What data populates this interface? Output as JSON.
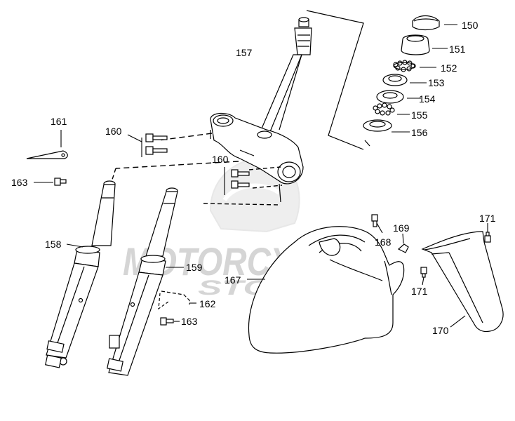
{
  "colors": {
    "line": "#000000",
    "background": "#ffffff",
    "watermark": "#c7c7c7"
  },
  "watermark": {
    "line1": "MOTORCYCLES",
    "line2": "STORE"
  },
  "labels": {
    "p150": "150",
    "p151": "151",
    "p152": "152",
    "p153": "153",
    "p154": "154",
    "p155": "155",
    "p156": "156",
    "p157": "157",
    "p158": "158",
    "p159": "159",
    "p160a": "160",
    "p160b": "160",
    "p161": "161",
    "p162": "162",
    "p163a": "163",
    "p163b": "163",
    "p167": "167",
    "p168": "168",
    "p169": "169",
    "p170": "170",
    "p171a": "171",
    "p171b": "171"
  }
}
